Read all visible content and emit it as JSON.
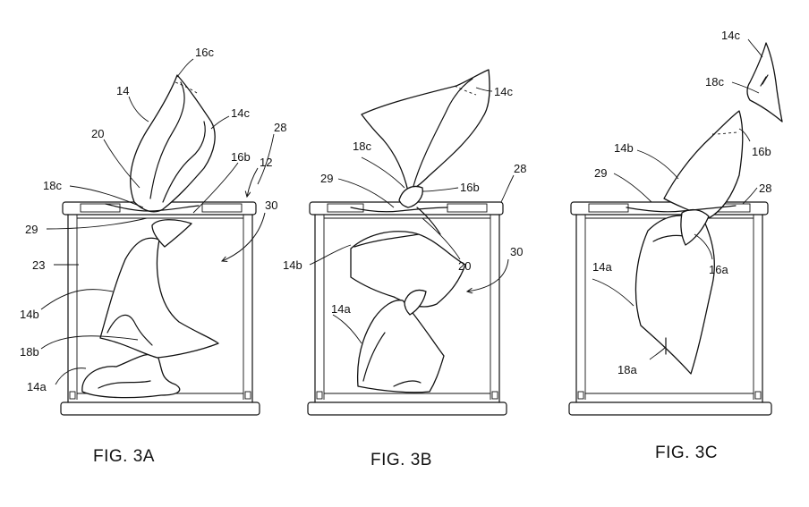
{
  "figures": [
    {
      "caption": "FIG. 3A",
      "labels": {
        "l16c": "16c",
        "l14": "14",
        "l14c": "14c",
        "l20": "20",
        "l28": "28",
        "l16b": "16b",
        "l12": "12",
        "l18c": "18c",
        "l30": "30",
        "l29": "29",
        "l23": "23",
        "l14b": "14b",
        "l18b": "18b",
        "l14a": "14a"
      }
    },
    {
      "caption": "FIG. 3B",
      "labels": {
        "l14c": "14c",
        "l18c": "18c",
        "l29": "29",
        "l16b": "16b",
        "l28": "28",
        "l14b": "14b",
        "l20": "20",
        "l30": "30",
        "l14a": "14a"
      }
    },
    {
      "caption": "FIG. 3C",
      "labels": {
        "l14c": "14c",
        "l18c": "18c",
        "l16b": "16b",
        "l14b": "14b",
        "l29": "29",
        "l28": "28",
        "l14a": "14a",
        "l16a": "16a",
        "l18a": "18a"
      }
    }
  ]
}
